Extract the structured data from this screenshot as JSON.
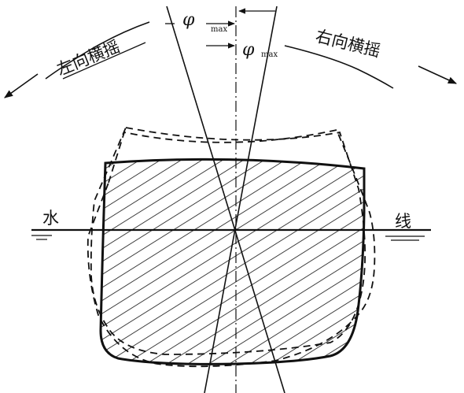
{
  "labels": {
    "roll_left": "左向横摇",
    "roll_right": "右向横摇",
    "water_left": "水",
    "water_right": "线",
    "phi_symbol": "φ",
    "phi_subscript": "max"
  },
  "colors": {
    "ink": "#111111",
    "background": "#ffffff"
  }
}
